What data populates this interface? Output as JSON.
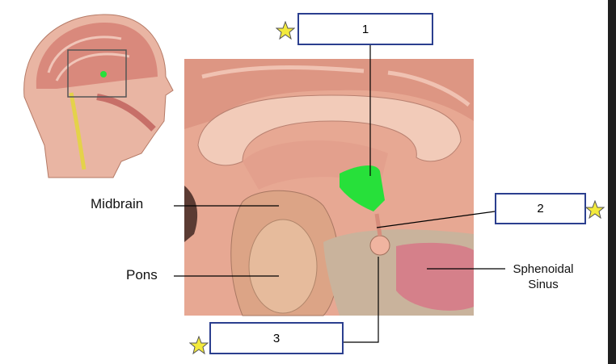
{
  "diagram": {
    "labels": {
      "midbrain": "Midbrain",
      "pons": "Pons",
      "sphenoidal_sinus_line1": "Sphenoidal",
      "sphenoidal_sinus_line2": "Sinus"
    },
    "answer_boxes": [
      {
        "number": "1"
      },
      {
        "number": "2"
      },
      {
        "number": "3"
      }
    ],
    "colors": {
      "box_border": "#2b3f8f",
      "star_fill": "#f3ea3c",
      "highlight_green": "#27e03a",
      "tissue": "#e2a58f"
    },
    "icons": [
      "star-icon",
      "star-icon",
      "star-icon"
    ]
  }
}
